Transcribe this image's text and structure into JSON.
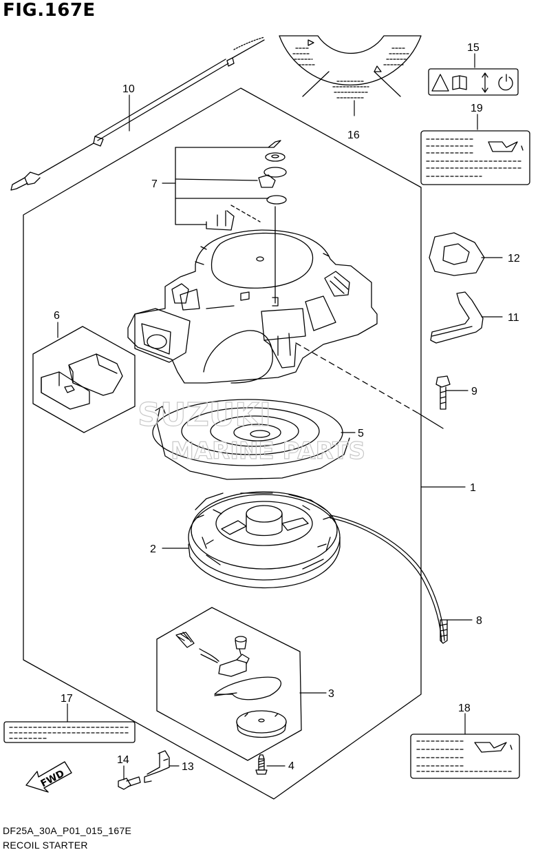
{
  "figure": {
    "title": "FIG.167E",
    "code": "DF25A_30A_P01_015_167E",
    "name": "RECOIL STARTER"
  },
  "watermark": {
    "line1": "SUZUKI",
    "line2": "MARINE PARTS"
  },
  "fwd_label": "FWD",
  "callouts": [
    "1",
    "2",
    "3",
    "4",
    "5",
    "6",
    "7",
    "8",
    "9",
    "10",
    "11",
    "12",
    "13",
    "14",
    "15",
    "16",
    "17",
    "18",
    "19"
  ],
  "colors": {
    "line": "#000000",
    "watermark": "#c8c8c8",
    "background": "#ffffff"
  }
}
